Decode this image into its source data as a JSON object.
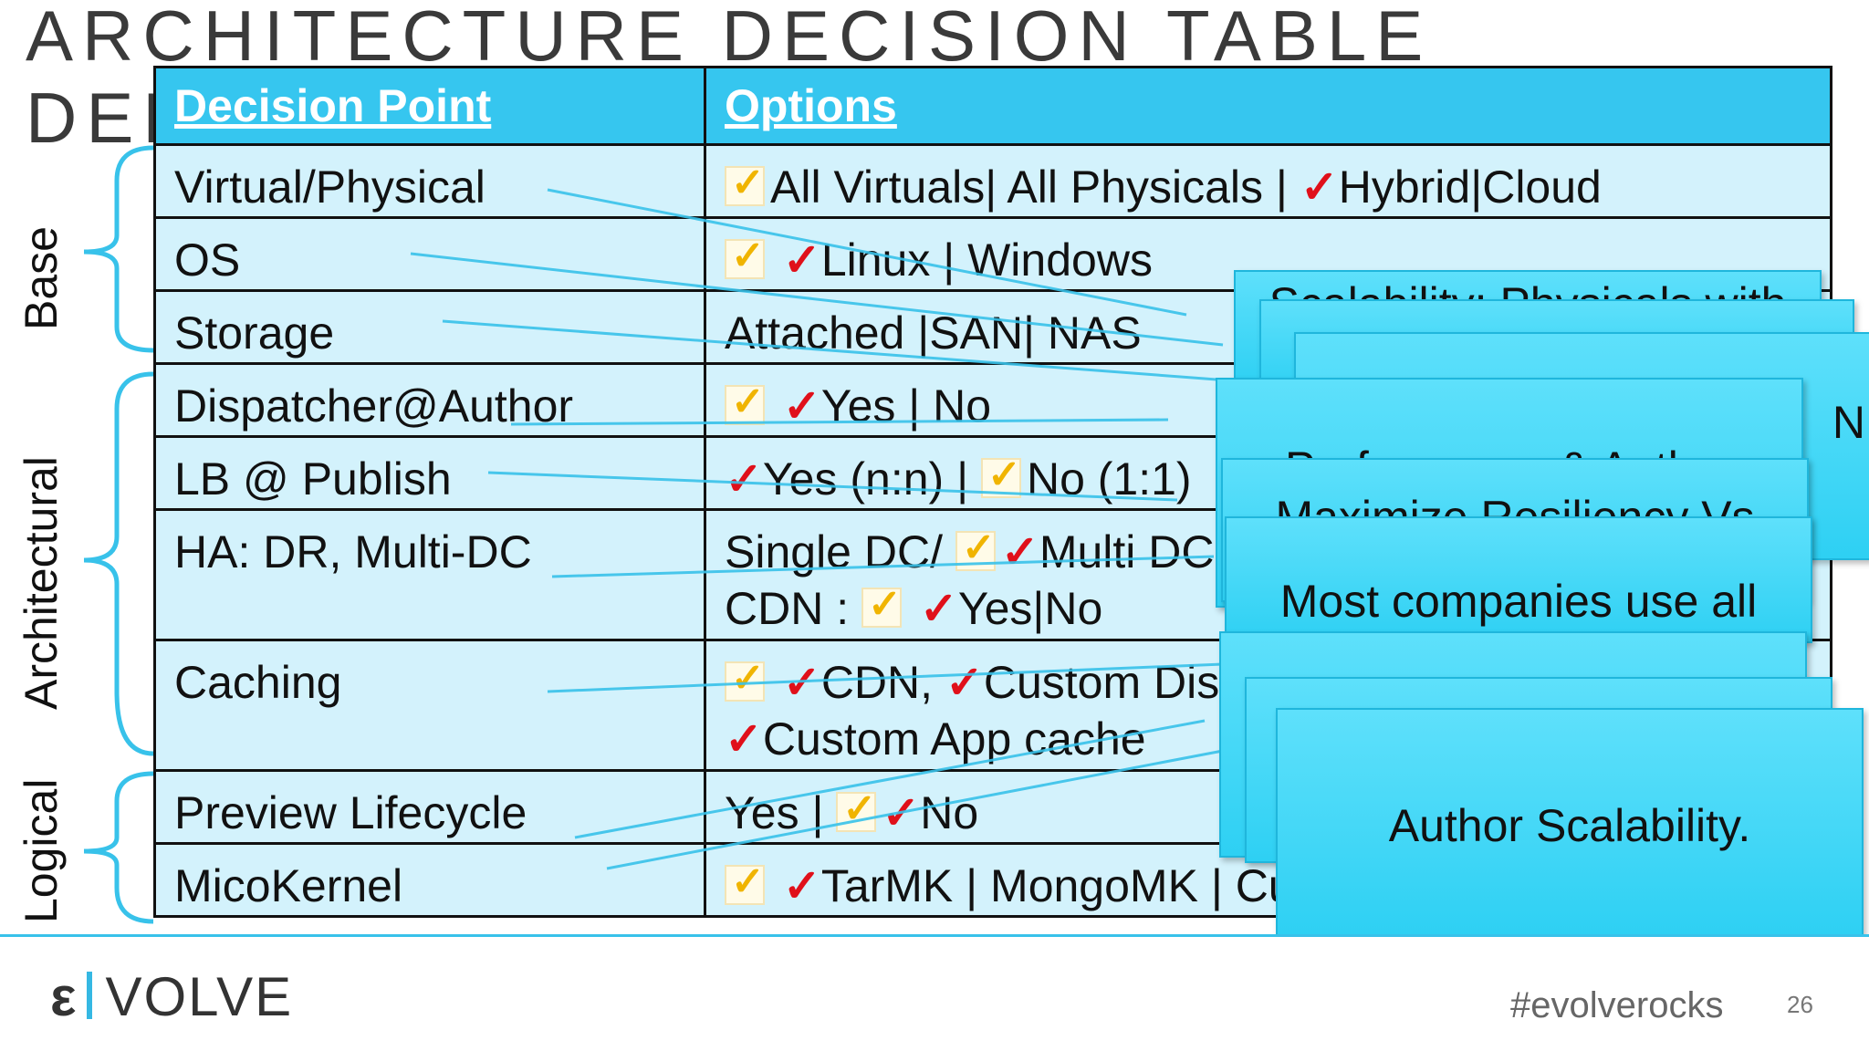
{
  "title": "ARCHITECTURE DECISION TABLE DEEP DIVE",
  "table": {
    "headers": [
      "Decision Point",
      "Options"
    ],
    "rows": [
      {
        "label": "Virtual/Physical",
        "opt_a": "All Virtuals| All Physicals |",
        "opt_b": "Hybrid|Cloud"
      },
      {
        "label": "OS",
        "opt_a": "Linux | Windows"
      },
      {
        "label": "Storage",
        "opt_a": "Attached |SAN| NAS"
      },
      {
        "label": "Dispatcher@Author",
        "opt_a": "Yes | No"
      },
      {
        "label": "LB @ Publish",
        "opt_a": "Yes (n:n) |",
        "opt_b": "No (1:1)"
      },
      {
        "label": "HA: DR, Multi-DC",
        "opt_a": "Single DC/",
        "opt_b": "Multi DC,",
        "opt_c": "CDN :",
        "opt_d": "Yes|No"
      },
      {
        "label": "Caching",
        "opt_a": "CDN,",
        "opt_b": "Custom Dispatcher,",
        "opt_c": "Custom App cache"
      },
      {
        "label": "Preview Lifecycle",
        "opt_a": "Yes |",
        "opt_b": "No"
      },
      {
        "label": "MicoKernel",
        "opt_a": "TarMK | MongoMK | Custom"
      }
    ]
  },
  "groups": [
    "Base",
    "Architectural",
    "Logical"
  ],
  "cards": [
    "Scalability: Physicals with",
    "N",
    "Performance & Author",
    "Maximize Resiliency Vs",
    "Most companies use all",
    "Author Scalability."
  ],
  "footer": {
    "logo_e": "ε",
    "logo_text": "VOLVE",
    "hashtag": "#evolverocks",
    "page": "26"
  }
}
